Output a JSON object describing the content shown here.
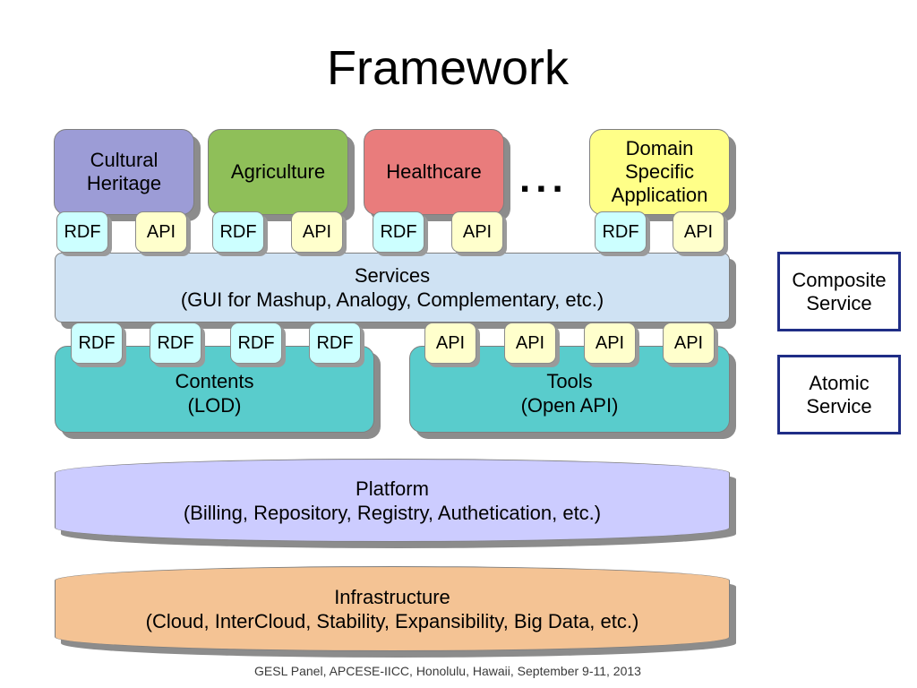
{
  "title": "Framework",
  "applications": [
    {
      "lines": [
        "Cultural",
        "Heritage"
      ],
      "color": "#9c9cd6"
    },
    {
      "lines": [
        "Agriculture"
      ],
      "color": "#8fbf59"
    },
    {
      "lines": [
        "Healthcare"
      ],
      "color": "#e97c7c"
    },
    {
      "lines": [
        "Domain",
        "Specific",
        "Application"
      ],
      "color": "#ffff88"
    }
  ],
  "ellipsis": "...",
  "tags": {
    "rdf": "RDF",
    "api": "API"
  },
  "services": {
    "line1": "Services",
    "line2": "(GUI for Mashup, Analogy, Complementary, etc.)"
  },
  "contents": {
    "line1": "Contents",
    "line2": "(LOD)"
  },
  "tools": {
    "line1": "Tools",
    "line2": "(Open API)"
  },
  "platform": {
    "line1": "Platform",
    "line2": "(Billing, Repository, Registry, Authetication, etc.)",
    "color": "#ccccff"
  },
  "infrastructure": {
    "line1": "Infrastructure",
    "line2": "(Cloud, InterCloud, Stability, Expansibility, Big Data, etc.)",
    "color": "#f4c394"
  },
  "legend": {
    "composite": [
      "Composite",
      "Service"
    ],
    "atomic": [
      "Atomic",
      "Service"
    ]
  },
  "footer": "GESL Panel, APCESE-IICC, Honolulu, Hawaii, September 9-11, 2013"
}
